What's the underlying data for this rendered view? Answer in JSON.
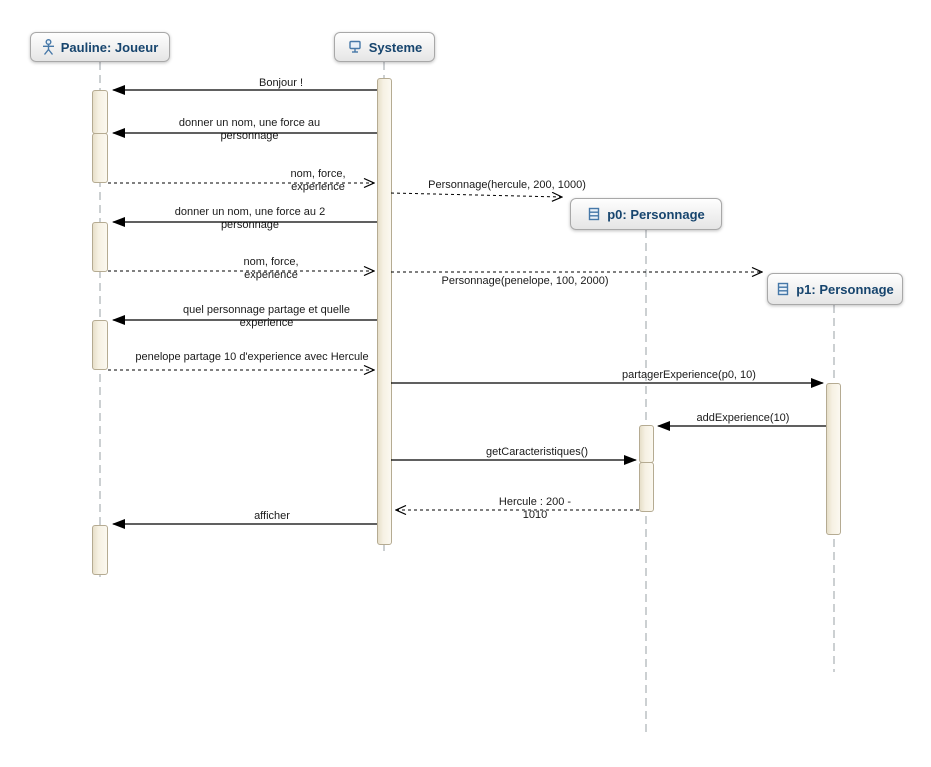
{
  "participants": [
    {
      "name": "Pauline: Joueur",
      "icon": "actor-icon"
    },
    {
      "name": "Systeme",
      "icon": "system-icon"
    },
    {
      "name": "p0: Personnage",
      "icon": "object-icon"
    },
    {
      "name": "p1: Personnage",
      "icon": "object-icon"
    }
  ],
  "messages": [
    {
      "label": "Bonjour !",
      "from": "Systeme",
      "to": "Pauline: Joueur",
      "style": "solid"
    },
    {
      "label": "donner un nom, une force au personnage",
      "from": "Systeme",
      "to": "Pauline: Joueur",
      "style": "solid"
    },
    {
      "label": "nom, force, experience",
      "from": "Pauline: Joueur",
      "to": "Systeme",
      "style": "dashed"
    },
    {
      "label": "Personnage(hercule, 200, 1000)",
      "from": "Systeme",
      "to": "p0: Personnage",
      "style": "dashed-create"
    },
    {
      "label": "donner un nom, une force au 2 personnage",
      "from": "Systeme",
      "to": "Pauline: Joueur",
      "style": "solid"
    },
    {
      "label": "nom, force, experience",
      "from": "Pauline: Joueur",
      "to": "Systeme",
      "style": "dashed"
    },
    {
      "label": "Personnage(penelope, 100, 2000)",
      "from": "Systeme",
      "to": "p1: Personnage",
      "style": "dashed-create"
    },
    {
      "label": "quel personnage partage et quelle experience",
      "from": "Systeme",
      "to": "Pauline: Joueur",
      "style": "solid"
    },
    {
      "label": "penelope partage 10 d'experience avec Hercule",
      "from": "Pauline: Joueur",
      "to": "Systeme",
      "style": "dashed"
    },
    {
      "label": "partagerExperience(p0, 10)",
      "from": "Systeme",
      "to": "p1: Personnage",
      "style": "solid"
    },
    {
      "label": "addExperience(10)",
      "from": "p1: Personnage",
      "to": "p0: Personnage",
      "style": "solid"
    },
    {
      "label": "getCaracteristiques()",
      "from": "Systeme",
      "to": "p0: Personnage",
      "style": "solid"
    },
    {
      "label": "Hercule : 200 - 1010",
      "from": "p0: Personnage",
      "to": "Systeme",
      "style": "dashed"
    },
    {
      "label": "afficher",
      "from": "Systeme",
      "to": "Pauline: Joueur",
      "style": "solid"
    }
  ],
  "colors": {
    "participant_text": "#17456e",
    "icon_blue": "#4678a8",
    "activation_fill": "#f6f1e3",
    "activation_border": "#b5ab92",
    "lifeline": "#9aa0a6",
    "arrow": "#000000",
    "message_text": "#1a1a1a",
    "box_border": "#a8a8a8"
  }
}
